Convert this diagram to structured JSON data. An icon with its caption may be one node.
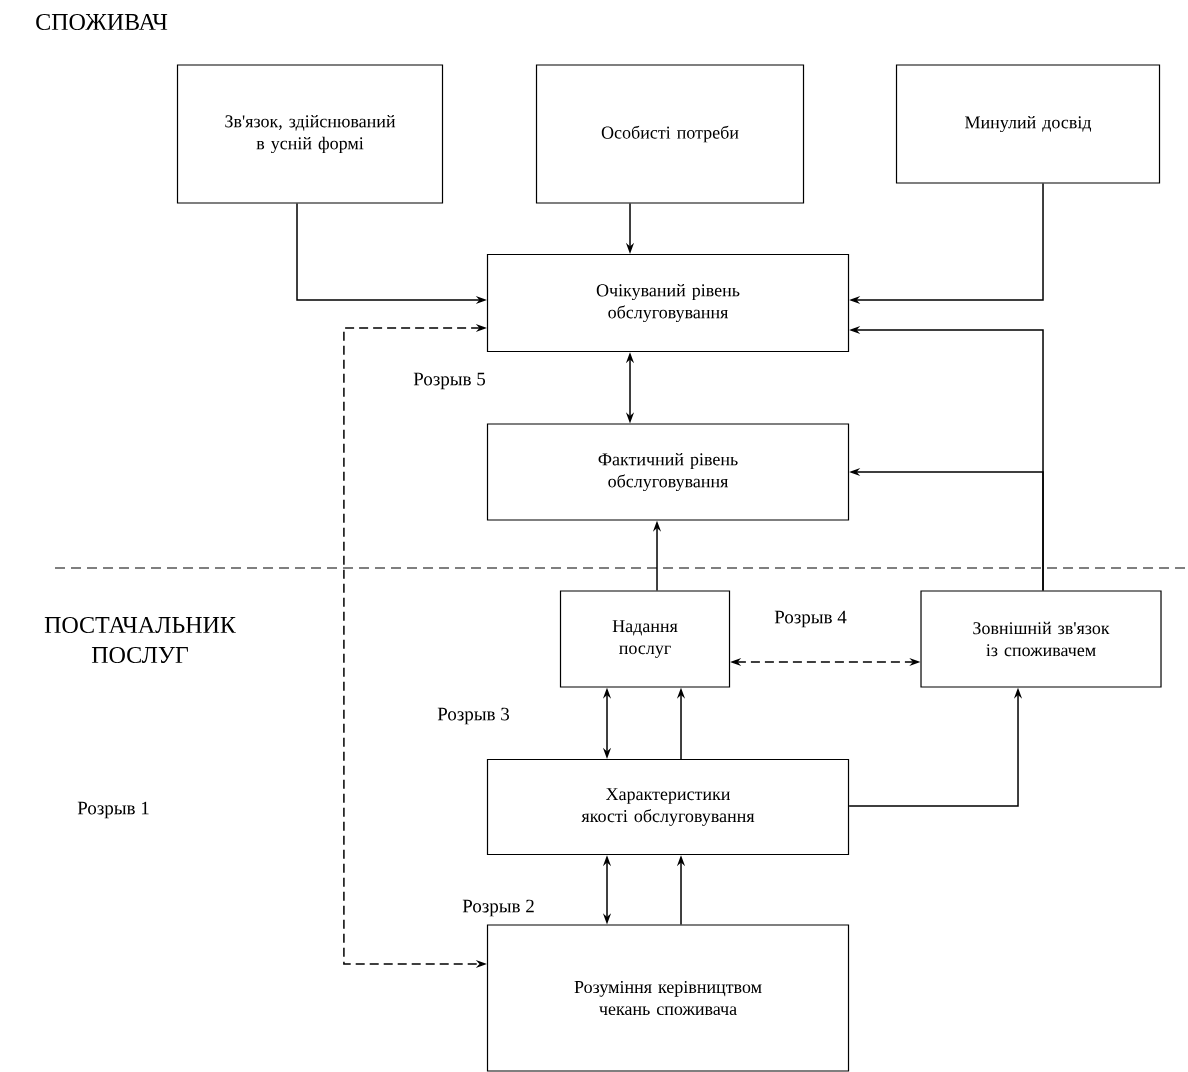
{
  "diagram": {
    "nodes": [
      {
        "text": [
          "Зв'язок, здійснюваний в усній формі"
        ]
      },
      {
        "text": [
          "Особисті потреби"
        ]
      },
      {
        "text": [
          "Минулий досвід"
        ]
      },
      {
        "text": [
          "Очікуваний рівень обслуговування"
        ]
      },
      {
        "text": [
          "Фактичний рівень обслуговування"
        ]
      },
      {
        "text": [
          "Надання послуг"
        ]
      },
      {
        "text": [
          "Зовнішній зв'язок із споживачем"
        ]
      },
      {
        "text": [
          "Характеристики якості обслуговування"
        ]
      },
      {
        "text": [
          "Розуміння керівництвом чекань споживача"
        ]
      }
    ],
    "edges": [
      {
        "from": 0,
        "to": 3,
        "arrow": "to"
      },
      {
        "from": 1,
        "to": 3,
        "arrow": "to"
      },
      {
        "from": 2,
        "to": 3,
        "arrow": "to"
      },
      {
        "from": 6,
        "to": 3,
        "arrow": "to"
      },
      {
        "from": 6,
        "to": 4,
        "arrow": "to"
      },
      {
        "from": 3,
        "to": 4,
        "arrow": "both"
      },
      {
        "from": 5,
        "to": 4,
        "arrow": "to"
      },
      {
        "from": 5,
        "to": 6,
        "arrow": "both",
        "style": "dashed"
      },
      {
        "from": 5,
        "to": 7,
        "arrow": "both"
      },
      {
        "from": 7,
        "to": 5,
        "arrow": "to"
      },
      {
        "from": 7,
        "to": 6,
        "arrow": "to"
      },
      {
        "from": 7,
        "to": 8,
        "arrow": "both"
      },
      {
        "from": 8,
        "to": 7,
        "arrow": "to"
      },
      {
        "from": 3,
        "to": 8,
        "arrow": "both",
        "style": "dashed"
      }
    ],
    "labels": [
      "СПОЖИВАЧ",
      "Розрыв 5",
      "ПОСТАЧАЛЬНИК ПОСЛУГ",
      "Розрыв 4",
      "Розрыв 3",
      "Розрыв 1",
      "Розрыв 2"
    ]
  }
}
